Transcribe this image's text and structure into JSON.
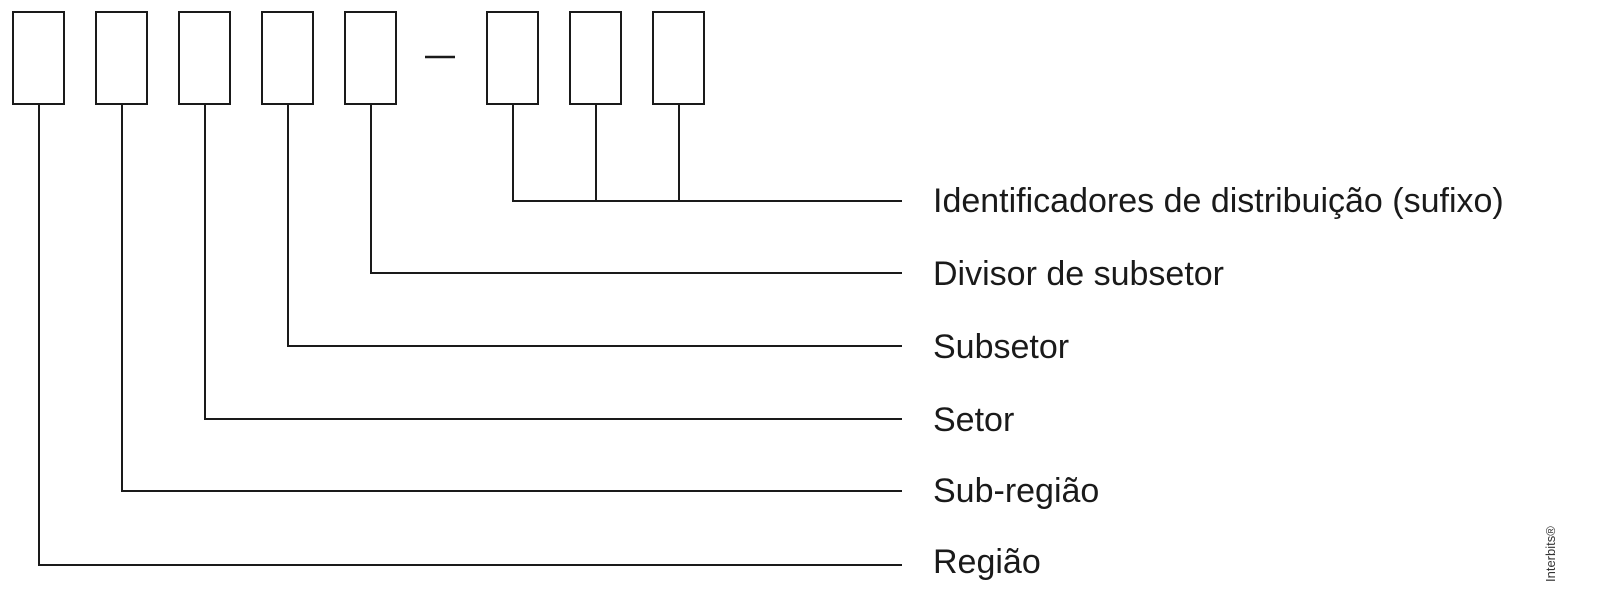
{
  "diagram": {
    "separator": "–",
    "labels": {
      "suffix": "Identificadores de distribuição (sufixo)",
      "subsector_divider": "Divisor de subsetor",
      "subsector": "Subsetor",
      "sector": "Setor",
      "subregion": "Sub-região",
      "region": "Região"
    },
    "credit": "Interbits®"
  }
}
